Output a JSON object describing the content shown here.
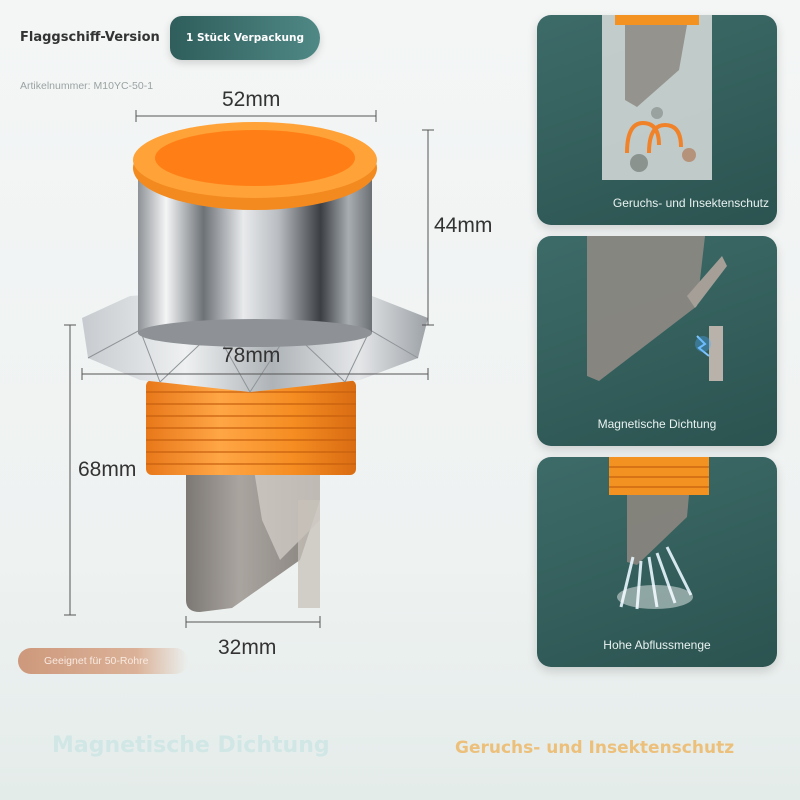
{
  "header": {
    "title": "Flaggschiff-Version",
    "package_badge": "1 Stück Verpackung",
    "article_number": "Artikelnummer: M10YC-50-1"
  },
  "dimensions": {
    "top_diameter": "52mm",
    "top_height": "44mm",
    "flange_diameter": "78mm",
    "lower_height": "68mm",
    "outlet_width": "32mm"
  },
  "fit_note": "Geeignet für 50-Rohre",
  "features": [
    {
      "label": "Geruchs- und Insektenschutz"
    },
    {
      "label": "Magnetische Dichtung"
    },
    {
      "label": "Hohe Abflussmenge"
    }
  ],
  "bottom_captions": {
    "left": "Magnetische Dichtung",
    "right": "Geruchs- und Insektenschutz"
  },
  "colors": {
    "accent_orange": "#f5962a",
    "card_teal": "#2f5a57",
    "chrome": "#c9ccce"
  }
}
